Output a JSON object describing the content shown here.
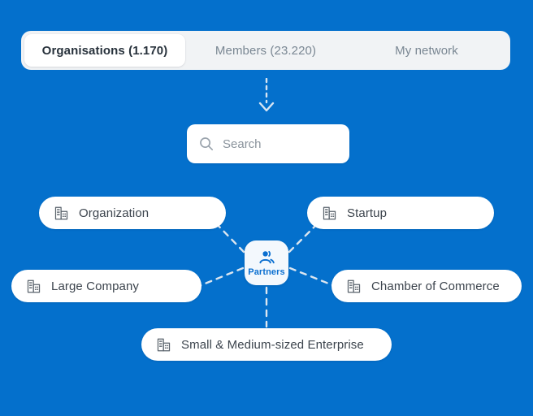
{
  "theme": {
    "background": "#0470CC",
    "surface": "#FFFFFF",
    "tabbar_track": "#F1F3F5",
    "accent": "#0B6FD0",
    "center_node_bg": "#F3F8FD",
    "text_primary": "#28323C",
    "text_muted": "#7A8793",
    "pill_text": "#3C444D",
    "connector": "#DCE6F0"
  },
  "tabs": {
    "items": [
      {
        "label": "Organisations (1.170)",
        "active": true,
        "name": "tab-organisations"
      },
      {
        "label": "Members (23.220)",
        "active": false,
        "name": "tab-members"
      },
      {
        "label": "My network",
        "active": false,
        "name": "tab-my-network"
      }
    ]
  },
  "arrow": {
    "icon": "arrow-down-dashed-icon",
    "direction": "down"
  },
  "search": {
    "icon": "search-icon",
    "placeholder": "Search",
    "value": ""
  },
  "graph": {
    "center": {
      "label": "Partners",
      "icon": "people-icon"
    },
    "nodes": [
      {
        "label": "Organization",
        "icon": "building-icon",
        "name": "node-organization"
      },
      {
        "label": "Startup",
        "icon": "building-icon",
        "name": "node-startup"
      },
      {
        "label": "Large Company",
        "icon": "building-icon",
        "name": "node-large-company"
      },
      {
        "label": "Chamber of Commerce",
        "icon": "building-icon",
        "name": "node-chamber-of-commerce"
      },
      {
        "label": "Small & Medium-sized Enterprise",
        "icon": "building-icon",
        "name": "node-small-medium-enterprise"
      }
    ]
  }
}
